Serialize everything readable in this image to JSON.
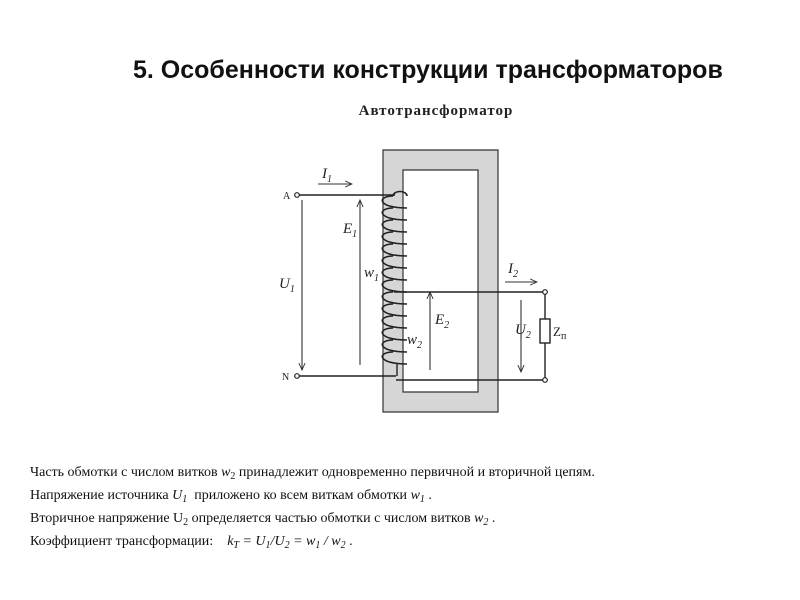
{
  "slide": {
    "title": "5. Особенности конструкции трансформаторов",
    "subtitle": "Автотрансформатор"
  },
  "diagram": {
    "terminal_a": "A",
    "terminal_n": "N",
    "current_1": {
      "sym": "I",
      "sub": "1"
    },
    "current_2": {
      "sym": "I",
      "sub": "2"
    },
    "emf_1": {
      "sym": "E",
      "sub": "1"
    },
    "emf_2": {
      "sym": "E",
      "sub": "2"
    },
    "voltage_1": {
      "sym": "U",
      "sub": "1"
    },
    "voltage_2": {
      "sym": "U",
      "sub": "2"
    },
    "turns_1": {
      "sym": "w",
      "sub": "1"
    },
    "turns_2": {
      "sym": "w",
      "sub": "2"
    },
    "load": {
      "sym": "Z",
      "sub": "п"
    }
  },
  "description": {
    "line1": {
      "before": "Часть обмотки с числом витков ",
      "sym": "w",
      "sub": "2",
      "after": " принадлежит одновременно первичной и вторичной цепям."
    },
    "line2": {
      "before": "Напряжение источника ",
      "sym1": "U",
      "sub1": "1",
      "middle": "  приложено ко всем виткам обмотки ",
      "sym2": "w",
      "sub2": "1",
      "after": " ."
    },
    "line3": {
      "before": "Вторичное напряжение U",
      "sub1": "2",
      "middle": " определяется частью обмотки с числом витков ",
      "sym2": "w",
      "sub2": "2",
      "after": " ."
    },
    "line4": {
      "before": "Коэффициент трансформации:",
      "k": "k",
      "k_sub": "T",
      "eq1": " = ",
      "u1": "U",
      "u1_sub": "1",
      "slash1": "/",
      "u2": "U",
      "u2_sub": "2",
      "eq2": " = ",
      "w1": "w",
      "w1_sub": "1",
      "slash2": " / ",
      "w2": "w",
      "w2_sub": "2",
      "end": " ."
    }
  }
}
